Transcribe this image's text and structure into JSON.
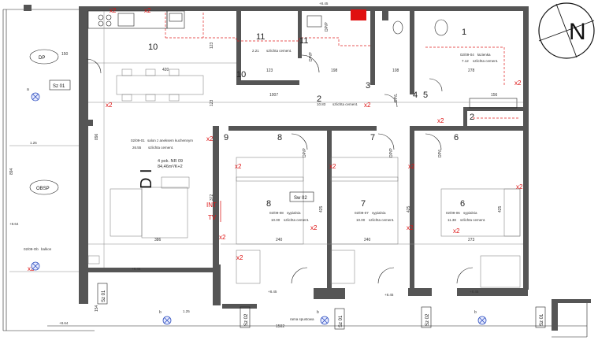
{
  "plan": {
    "apartment_label": "D I",
    "apartment_info": {
      "line1": "4 pok. NR 09",
      "line2": "84,46m²/K+2"
    },
    "compass": "N",
    "rooms": [
      {
        "id": "10",
        "label": "10"
      },
      {
        "id": "11",
        "label": "11"
      },
      {
        "id": "9",
        "label": "9"
      },
      {
        "id": "8",
        "label": "8"
      },
      {
        "id": "7",
        "label": "7"
      },
      {
        "id": "6",
        "label": "6"
      },
      {
        "id": "1",
        "label": "1"
      },
      {
        "id": "2",
        "label": "2"
      },
      {
        "id": "3",
        "label": "3"
      },
      {
        "id": "4",
        "label": "4"
      },
      {
        "id": "5",
        "label": "5"
      }
    ],
    "room_notes": [
      {
        "code": "02/09-01",
        "name": "salon z aneksem kuchennym",
        "area": "26.55",
        "finish": "szlichta cement."
      },
      {
        "code": "02/09-11",
        "name": "",
        "area": "2.21",
        "finish": "szlichta cement."
      },
      {
        "code": "02/09-02",
        "name": "",
        "area": "10.83",
        "finish": "szlichta cement."
      },
      {
        "code": "02/09-04",
        "name": "łazienka",
        "area": "7.12",
        "finish": "szlichta cement."
      },
      {
        "code": "02/09-08",
        "name": "sypialnia",
        "area": "10.00",
        "finish": "szlichta cement."
      },
      {
        "code": "02/09-07",
        "name": "sypialnia",
        "area": "10.00",
        "finish": "szlichta cement."
      },
      {
        "code": "02/09-06",
        "name": "sypialnia",
        "area": "11.38",
        "finish": "szlichta cement."
      },
      {
        "code": "02/09-Ob",
        "name": "balkon",
        "area": "",
        "finish": ""
      }
    ],
    "dimensions": {
      "d420": "420",
      "d1007": "1007",
      "d896": "896",
      "d894": "894",
      "d386": "386",
      "d240a": "240",
      "d240b": "240",
      "d273": "273",
      "d278": "278",
      "d156": "156",
      "d198": "198",
      "d108": "108",
      "d123a": "123",
      "d123b": "123",
      "d123c": "123",
      "d372": "372",
      "d425a": "425",
      "d425b": "425",
      "d425c": "425",
      "d1502": "1502",
      "d154": "154",
      "d150": "150"
    },
    "window_tags": {
      "sz01_left": "Sz 01",
      "sz01_b1": "Sz 01",
      "sz01_b2": "Sz 01",
      "sz02_b1": "Sz 02",
      "sz02_b2": "Sz 02",
      "sw02": "Sw 02",
      "dp_left": "DP",
      "obsp": "OBSP"
    },
    "door_tags": {
      "dp1": "DP/P",
      "dp2": "DP/P",
      "dp3": "DP/P",
      "dp4": "DP/L",
      "dp5": "DP/L",
      "dpz": "DP/P"
    },
    "service_labels": {
      "int": "INT",
      "tv": "TV"
    },
    "markers": {
      "x2": "x2",
      "level": "+8.45",
      "level_low": "+8.64",
      "balkon_dim": "1.25",
      "circle_b": "b",
      "circle_a": "a"
    },
    "balcony_note": "rama spustowa"
  }
}
